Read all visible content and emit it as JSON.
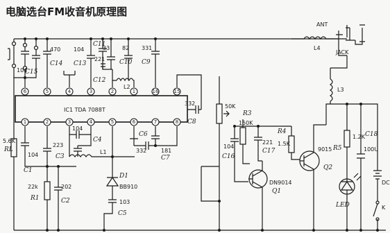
{
  "title": "电脑选台FM收音机原理图",
  "ic": {
    "label": "IC1  TDA  7088T"
  },
  "pins_top": [
    "6",
    "5",
    "4",
    "3",
    "2",
    "1",
    "16",
    "15"
  ],
  "pins_bottom": [
    "1",
    "2",
    "3",
    "4",
    "5",
    "6",
    "7",
    "8"
  ],
  "labels": {
    "ant": "ANT",
    "jack": "JACK",
    "l4": "L4",
    "l3": "L3",
    "c15_val": "104",
    "c15": "C15",
    "c14_val": "470",
    "c14": "C14",
    "c13_val": "104",
    "c13": "C13",
    "c11": "C11",
    "c11_val": "221",
    "c12": "C12",
    "v33": "33",
    "c10_val": "82",
    "c10": "C10",
    "c9_val": "331",
    "c9": "C9",
    "l2": "L2",
    "c8_val": "332",
    "c8": "C8",
    "r1_val": "5.6K",
    "rl": "RL",
    "c1_val": "104",
    "c1": "C1",
    "c3_val": "223",
    "c3": "C3",
    "c4_val": "104",
    "c4": "C4",
    "l1": "L1",
    "c6": "C6",
    "c6_val": "332",
    "c7_val": "181",
    "c7": "C7",
    "rpot": "50K",
    "r3": "R3",
    "r3_val": "150K",
    "c16_val": "104",
    "c16": "C16",
    "c17_val": "221",
    "c17": "C17",
    "r4": "R4",
    "r4_val": "1.5K",
    "q1_type": "DN9014",
    "q1": "Q1",
    "q2_type": "9015",
    "q2": "Q2",
    "r5_val": "1.2K",
    "r5": "R5",
    "c18": "C18",
    "c18_val": "100U",
    "led": "LED",
    "r1b_val": "22k",
    "r1b": "R1",
    "c2_val": "202",
    "c2": "C2",
    "d1": "D1",
    "d1_type": "BB910",
    "c5_val": "103",
    "c5": "C5",
    "dc": "DC",
    "k": "K"
  }
}
